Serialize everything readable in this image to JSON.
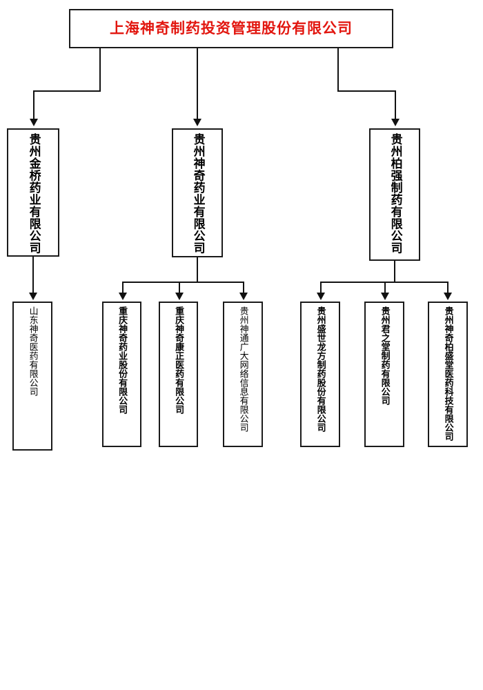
{
  "diagram": {
    "title_node": {
      "label": "上海神奇制药投资管理股份有限公司",
      "color": "#e2160f"
    },
    "level2": [
      {
        "id": "jinqiao",
        "label": "贵州金桥药业有限公司"
      },
      {
        "id": "shenqi",
        "label": "贵州神奇药业有限公司"
      },
      {
        "id": "baiqiang",
        "label": "贵州柏强制药有限公司"
      }
    ],
    "level3": [
      {
        "id": "shandong",
        "parent": "jinqiao",
        "label": "山东神奇医药有限公司"
      },
      {
        "id": "chongqing-shenqi",
        "parent": "shenqi",
        "label": "重庆神奇药业股份有限公司"
      },
      {
        "id": "chongqing-kangzheng",
        "parent": "shenqi",
        "label": "重庆神奇康正医药有限公司"
      },
      {
        "id": "shentongguangda",
        "parent": "shenqi",
        "label": "贵州神通广大网络信息有限公司"
      },
      {
        "id": "shengshilongfang",
        "parent": "baiqiang",
        "label": "贵州盛世龙方制药股份有限公司"
      },
      {
        "id": "junzhitang",
        "parent": "baiqiang",
        "label": "贵州君之堂制药有限公司"
      },
      {
        "id": "baishengtang",
        "parent": "baiqiang",
        "label": "贵州神奇柏盛堂医药科技有限公司"
      }
    ],
    "colors": {
      "line": "#111111",
      "border": "#1a1a1a",
      "background": "#ffffff"
    }
  }
}
